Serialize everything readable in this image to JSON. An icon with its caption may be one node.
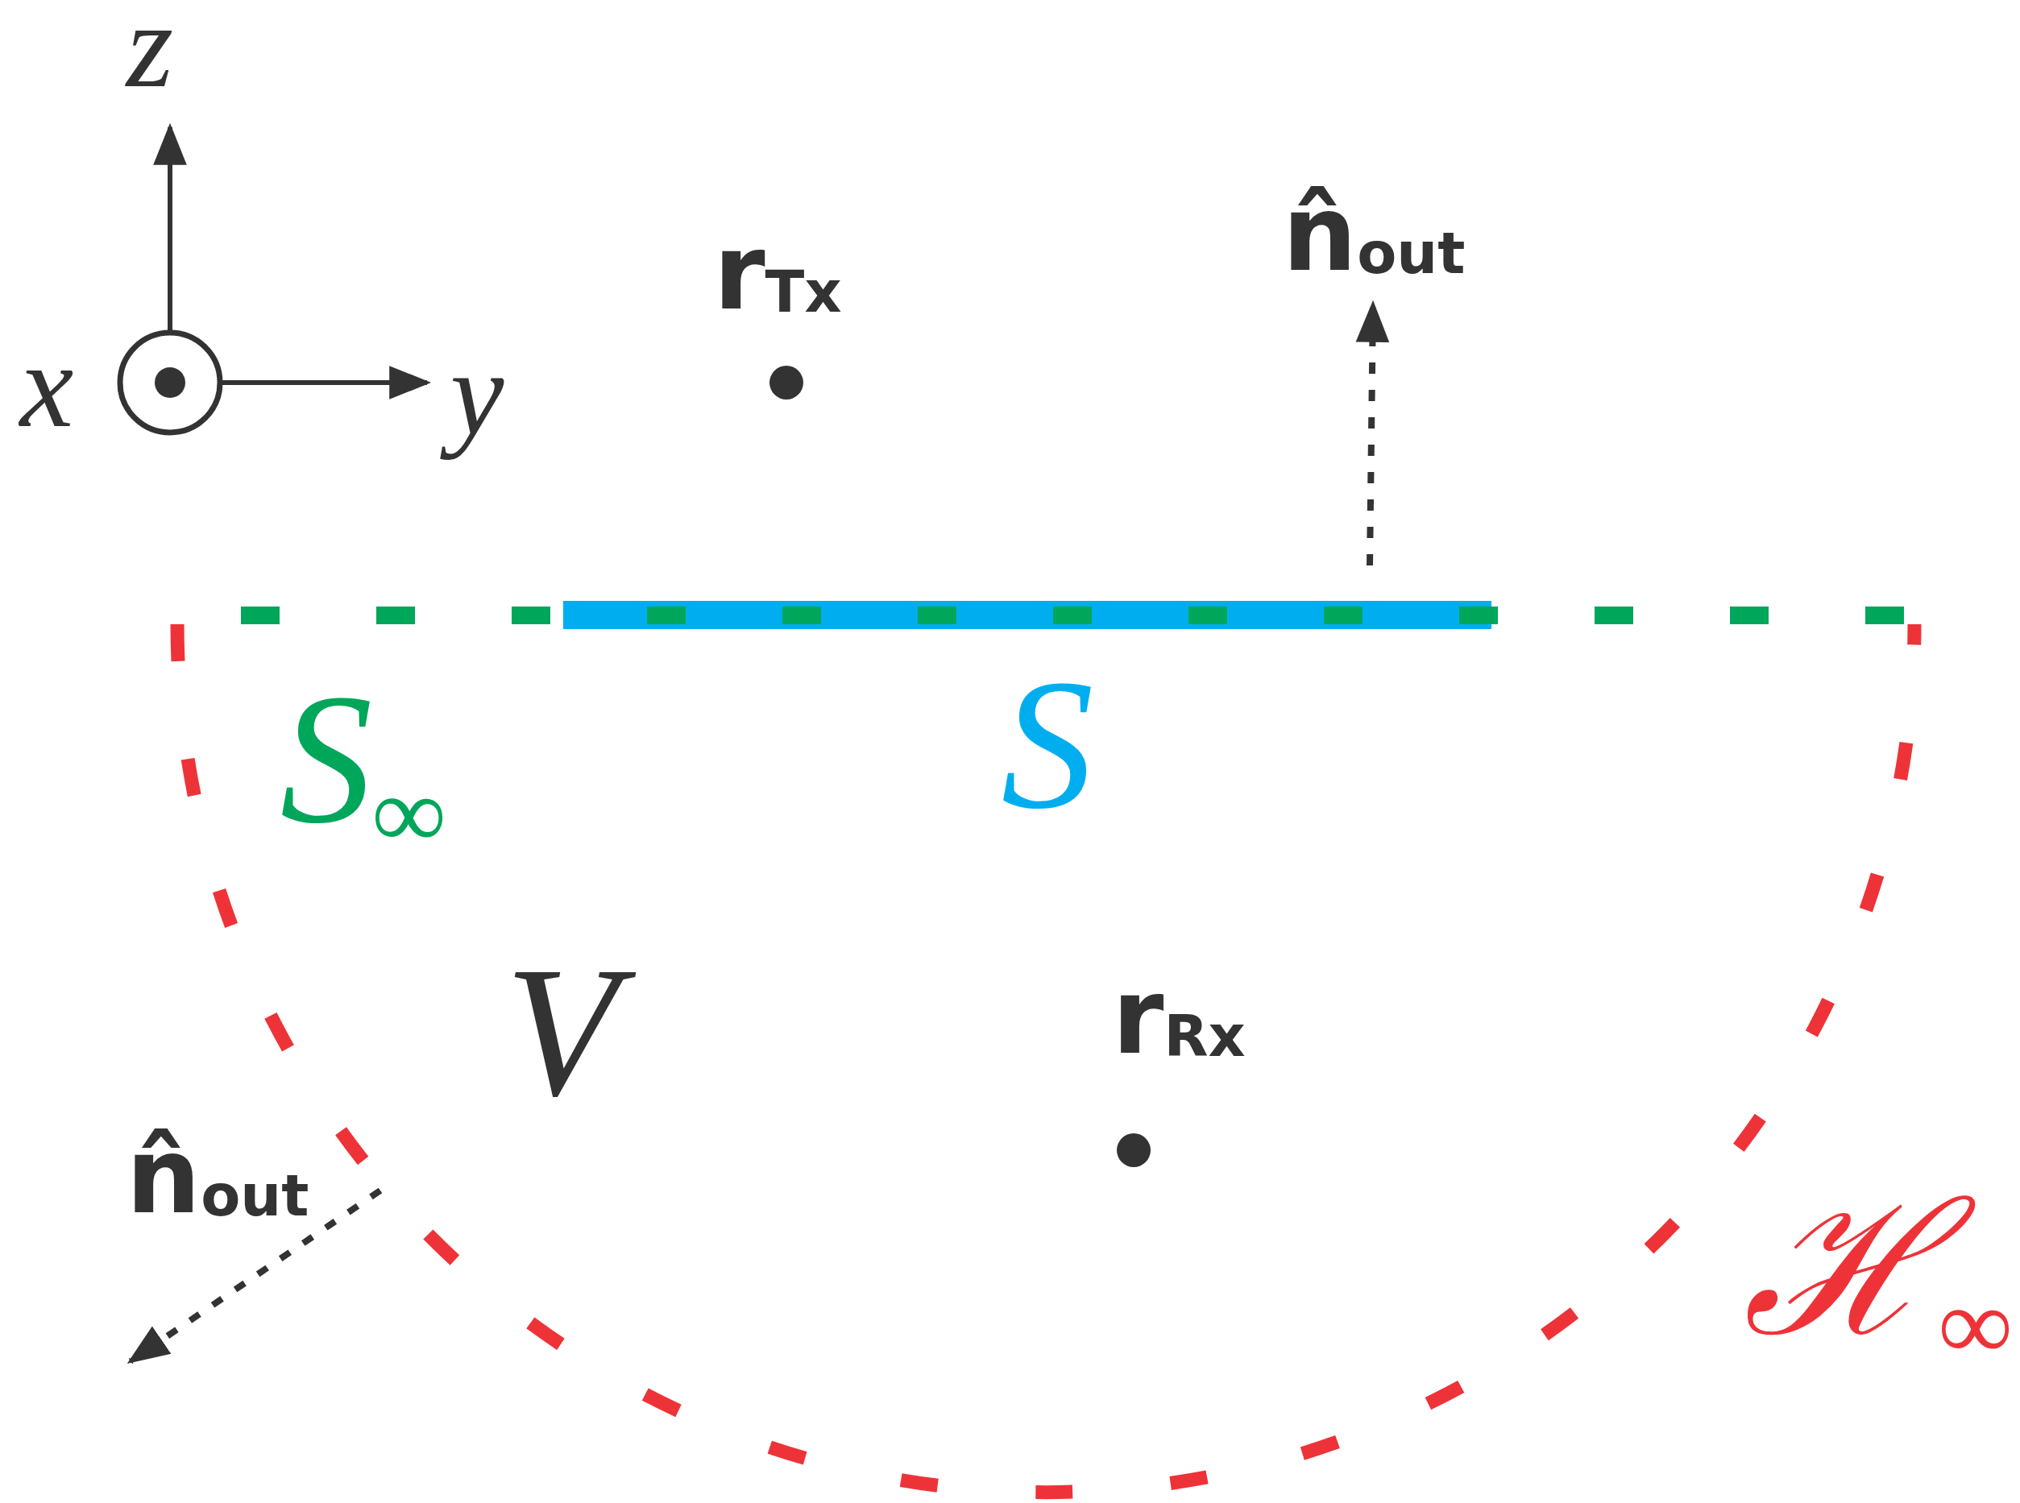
{
  "diagram": {
    "labels": [
      "z",
      "x",
      "y",
      "**r**$_{Tx}$",
      "**n̂**$_{out}$",
      "S$_{∞}$",
      "S",
      "V",
      "**r**$_{Rx}$",
      "**n̂**$_{out}$",
      "ℋ$_{∞}$"
    ]
  }
}
